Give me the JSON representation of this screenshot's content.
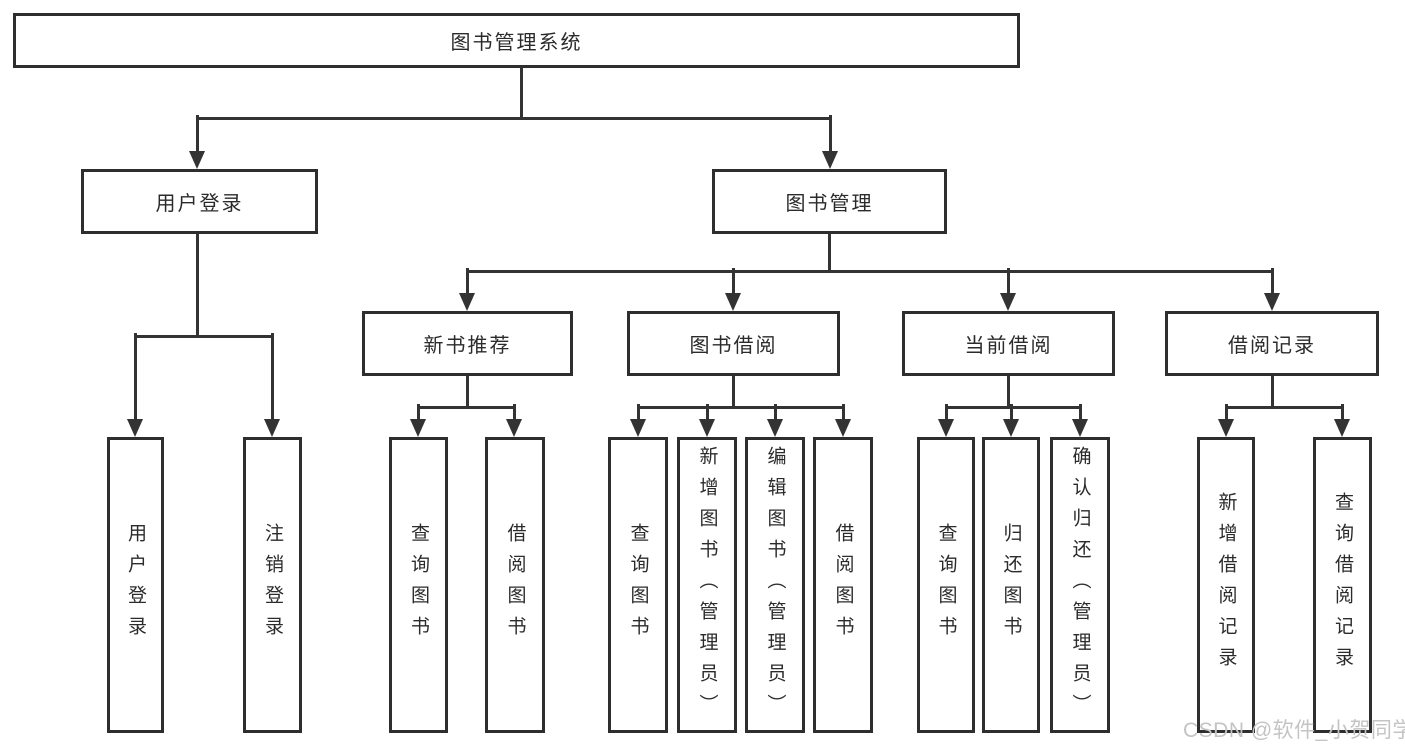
{
  "tree": {
    "root": {
      "label": "图书管理系统"
    },
    "user_branch": {
      "label": "用户登录",
      "children": [
        {
          "label": "用户登录"
        },
        {
          "label": "注销登录"
        }
      ]
    },
    "book_branch": {
      "label": "图书管理",
      "sections": [
        {
          "label": "新书推荐",
          "children": [
            {
              "label": "查询图书"
            },
            {
              "label": "借阅图书"
            }
          ]
        },
        {
          "label": "图书借阅",
          "children": [
            {
              "label": "查询图书"
            },
            {
              "label": "新增图书（管理员）"
            },
            {
              "label": "编辑图书（管理员）"
            },
            {
              "label": "借阅图书"
            }
          ]
        },
        {
          "label": "当前借阅",
          "children": [
            {
              "label": "查询图书"
            },
            {
              "label": "归还图书"
            },
            {
              "label": "确认归还（管理员）"
            }
          ]
        },
        {
          "label": "借阅记录",
          "children": [
            {
              "label": "新增借阅记录"
            },
            {
              "label": "查询借阅记录"
            }
          ]
        }
      ]
    }
  },
  "watermark": {
    "text": "CSDN @软件_小贺同学"
  },
  "colors": {
    "line": "#333333",
    "box_border": "#2e2e2e",
    "text": "#2b2b2b",
    "watermark": "#c4c4c4",
    "background": "#ffffff"
  }
}
